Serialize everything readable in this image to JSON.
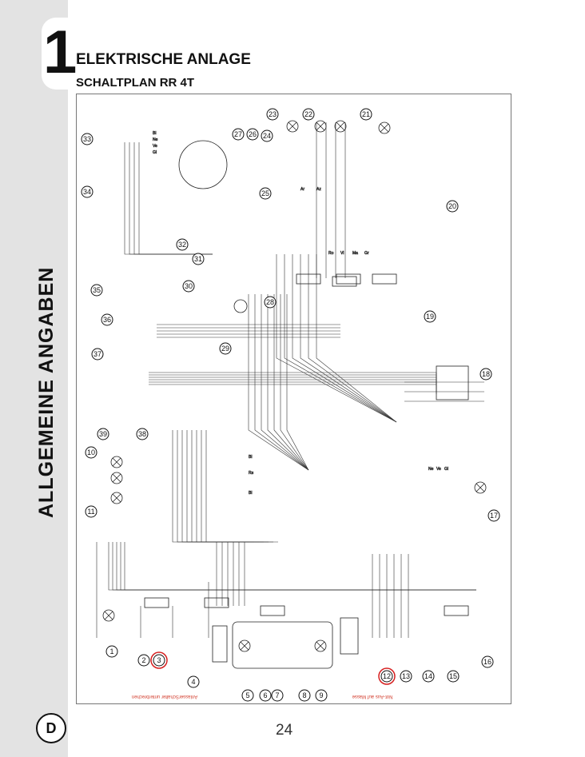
{
  "chapter": {
    "number": "1",
    "vertical_title": "ALLGEMEINE ANGABEN"
  },
  "header": {
    "section_title": "ELEKTRISCHE ANLAGE",
    "subsection_title": "SCHALTPLAN RR 4T"
  },
  "diagram": {
    "components": [
      "1",
      "2",
      "3",
      "4",
      "5",
      "6",
      "7",
      "8",
      "9",
      "10",
      "11",
      "12",
      "13",
      "14",
      "15",
      "16",
      "17",
      "18",
      "19",
      "20",
      "21",
      "22",
      "23",
      "24",
      "25",
      "26",
      "27",
      "28",
      "29",
      "30",
      "31",
      "32",
      "33",
      "34",
      "35",
      "36",
      "37",
      "38",
      "39"
    ],
    "highlighted": [
      "3",
      "12"
    ],
    "notes": {
      "left": "AnlasserSchalter unterbrechen",
      "right": "Not-Aus auf Masse"
    },
    "wire_codes": [
      "Bi",
      "Ne",
      "Ve",
      "Gi",
      "Ar",
      "Az",
      "Ro",
      "Vi",
      "Ma",
      "Gr",
      "Bl",
      "Rs"
    ]
  },
  "footer": {
    "language": "D",
    "page_number": "24"
  }
}
